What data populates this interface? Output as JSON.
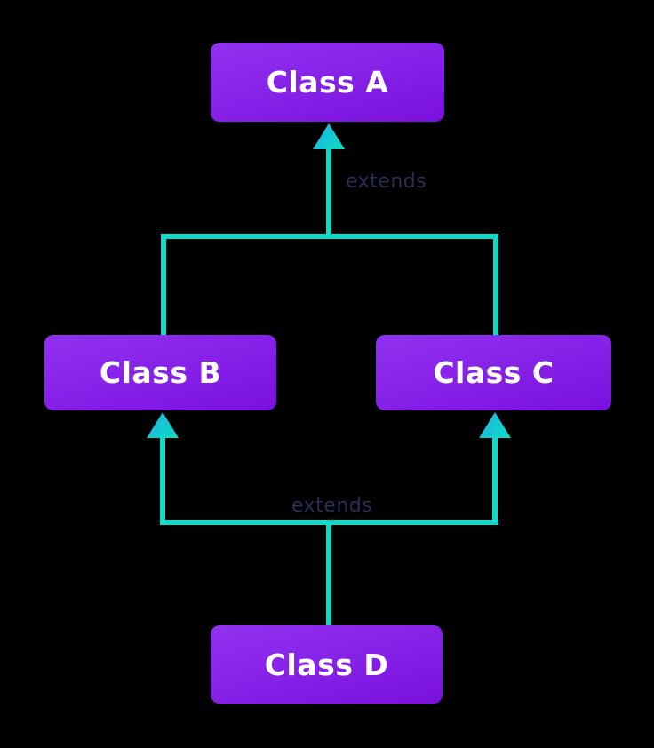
{
  "diagram": {
    "type": "class-inheritance",
    "background": "#000000",
    "colors": {
      "node_gradient_top": "#9231f1",
      "node_gradient_bottom": "#7a10dd",
      "node_text": "#ffffff",
      "edge": "#0edac7",
      "arrowhead_gradient_start": "#2fa6e6",
      "arrowhead_gradient_end": "#10dcc4",
      "edge_label_text": "#2a2d56"
    },
    "nodes": [
      {
        "id": "class-a",
        "label": "Class A"
      },
      {
        "id": "class-b",
        "label": "Class B"
      },
      {
        "id": "class-c",
        "label": "Class C"
      },
      {
        "id": "class-d",
        "label": "Class D"
      }
    ],
    "edges": [
      {
        "from": "Class B, Class C",
        "to": "Class A",
        "label": "extends"
      },
      {
        "from": "Class D",
        "to": "Class B, Class C",
        "label": "extends"
      }
    ]
  }
}
